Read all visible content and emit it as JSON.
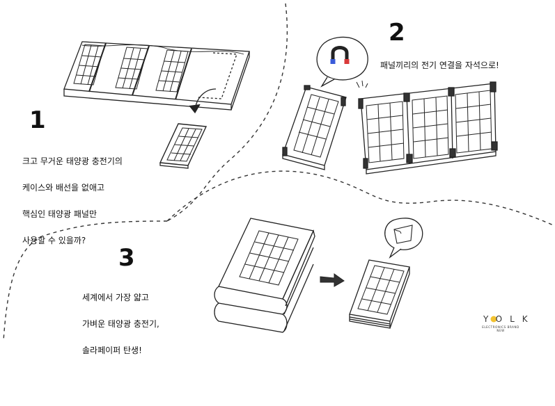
{
  "steps": [
    {
      "number": "1",
      "lines": [
        "크고 무거운 태양광 충전기의",
        "케이스와 배선을 없애고",
        "핵심인 태양광 패널만",
        "사용할 수 있을까?"
      ]
    },
    {
      "number": "2",
      "lines": [
        "패널끼리의 전기 연결을 자석으로!"
      ]
    },
    {
      "number": "3",
      "lines": [
        "세계에서 가장 얇고",
        "가벼운 태양광 충전기,",
        "솔라페이퍼 탄생!"
      ]
    }
  ],
  "brand": {
    "name": "YOLK",
    "tagline": "ELECTRONICS BRAND NEW"
  },
  "icons": [
    "magnet-icon",
    "paper-icon",
    "arrow-icon"
  ]
}
